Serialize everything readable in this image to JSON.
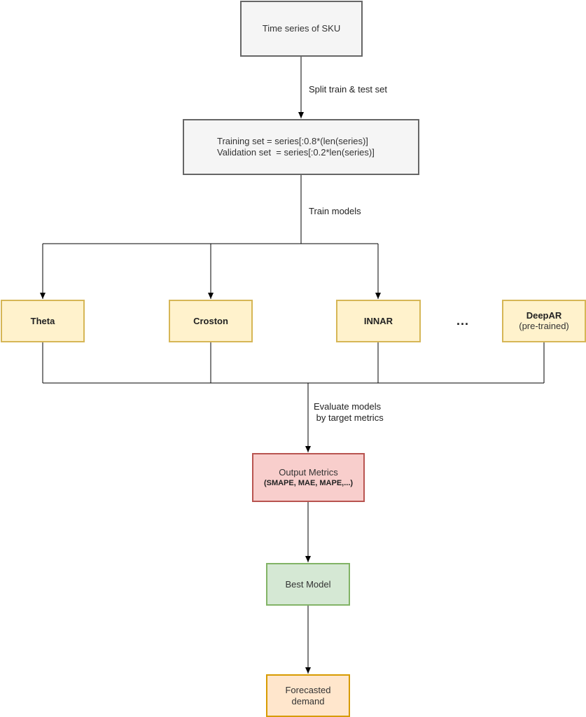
{
  "nodes": {
    "source": "Time series of SKU",
    "split_line1": "Training set = series[:0.8*(len(series)]",
    "split_line2": "Validation set  = series[:0.2*len(series)]",
    "theta": "Theta",
    "croston": "Croston",
    "innar": "INNAR",
    "deepar": "DeepAR",
    "deepar_sub": "(pre-trained)",
    "ellipsis": "...",
    "output_title": "Output Metrics",
    "output_sub": "(SMAPE, MAE, MAPE,...)",
    "best": "Best Model",
    "forecast": "Forecasted\ndemand"
  },
  "edges": {
    "split": "Split train & test set",
    "train": "Train models",
    "evaluate": "Evaluate models\n by target metrics"
  },
  "colors": {
    "gray_fill": "#f5f5f5",
    "gray_stroke": "#666666",
    "yellow_fill": "#fff2cc",
    "yellow_stroke": "#d6b656",
    "red_fill": "#f8cecc",
    "red_stroke": "#b85450",
    "green_fill": "#d5e8d4",
    "green_stroke": "#82b366",
    "orange_fill": "#ffe6cc",
    "orange_stroke": "#d79b00"
  }
}
